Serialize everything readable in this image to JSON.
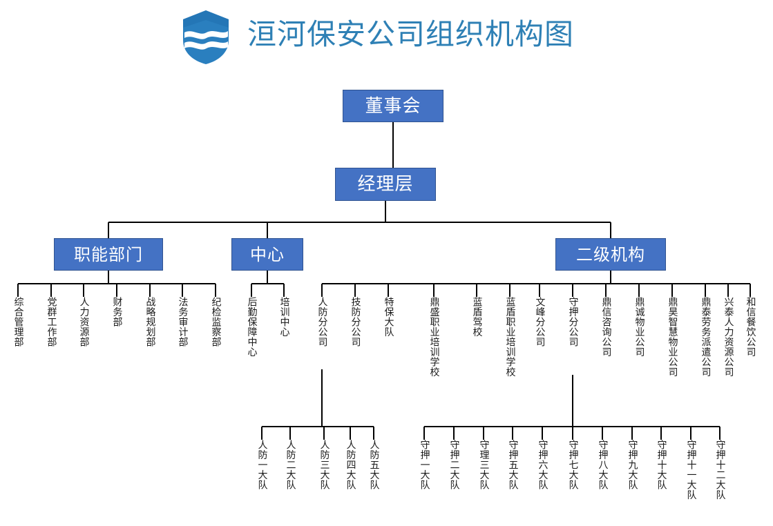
{
  "header": {
    "title": "洹河保安公司组织机构图",
    "logo_name": "shield-wave-logo",
    "title_color": "#2e80b5",
    "logo_color": "#2a7fbf"
  },
  "theme": {
    "box_fill": "#4472c4",
    "box_border": "#2f528f",
    "box_text": "#ffffff",
    "line_color": "#000000",
    "leaf_text": "#1a1a1a",
    "background": "#ffffff"
  },
  "chart_data": {
    "type": "org-chart",
    "title": "洹河保安公司组织机构图",
    "orientation": "top-down",
    "levels": 5,
    "root": "董事会",
    "nodes": {
      "board": {
        "label": "董事会",
        "level": 1
      },
      "management": {
        "label": "经理层",
        "level": 2
      },
      "functional": {
        "label": "职能部门",
        "level": 3
      },
      "center": {
        "label": "中心",
        "level": 3
      },
      "secondary": {
        "label": "二级机构",
        "level": 3
      }
    },
    "functional_departments": [
      "综合管理部",
      "党群工作部",
      "人力资源部",
      "财务部",
      "战略规划部",
      "法务审计部",
      "纪检监察部"
    ],
    "centers": [
      "后勤保障中心",
      "培训中心"
    ],
    "secondary_institutions": [
      "人防分公司",
      "技防分公司",
      "特保大队",
      "鼎盛职业培训学校",
      "蓝盾驾校",
      "蓝盾职业培训学校",
      "文峰分公司",
      "守押分公司",
      "鼎信咨询公司",
      "鼎诚物业公司",
      "鼎昊智慧物业公司",
      "鼎泰劳务派遣公司",
      "兴泰人力资源公司",
      "和信餐饮公司"
    ],
    "renfang_brigades": [
      "人防一大队",
      "人防二大队",
      "人防三大队",
      "人防四大队",
      "人防五大队"
    ],
    "shouya_brigades": [
      "守押一大队",
      "守押二大队",
      "守理三大队",
      "守押五大队",
      "守押六大队",
      "守押七大队",
      "守押八大队",
      "守押九大队",
      "守押十大队",
      "守押十一大队",
      "守押十二大队"
    ]
  }
}
